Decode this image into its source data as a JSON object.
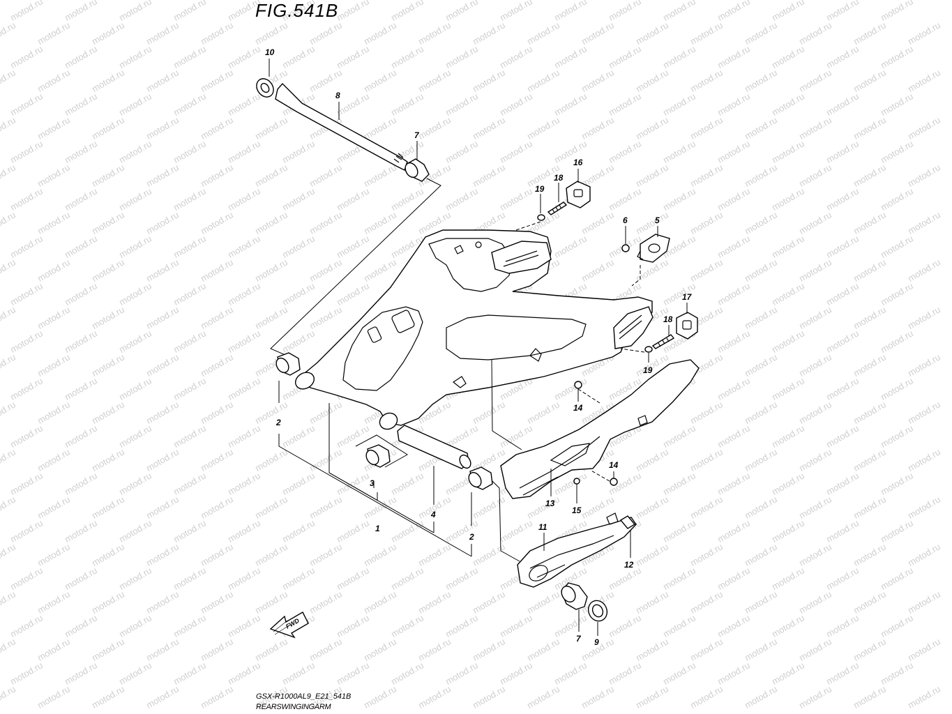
{
  "figure": {
    "title": "FIG.541B",
    "model_code": "GSX-R1000AL9_E21_541B",
    "section_name": "REARSWINGINGARM",
    "direction_label": "FWD"
  },
  "watermark": {
    "text": "motod.ru"
  },
  "callouts": [
    {
      "id": "callout-10",
      "number": "10"
    },
    {
      "id": "callout-8",
      "number": "8"
    },
    {
      "id": "callout-7-top",
      "number": "7"
    },
    {
      "id": "callout-16",
      "number": "16"
    },
    {
      "id": "callout-18-top",
      "number": "18"
    },
    {
      "id": "callout-19-top",
      "number": "19"
    },
    {
      "id": "callout-6",
      "number": "6"
    },
    {
      "id": "callout-5",
      "number": "5"
    },
    {
      "id": "callout-17",
      "number": "17"
    },
    {
      "id": "callout-18-right",
      "number": "18"
    },
    {
      "id": "callout-19-right",
      "number": "19"
    },
    {
      "id": "callout-14-upper",
      "number": "14"
    },
    {
      "id": "callout-14-lower",
      "number": "14"
    },
    {
      "id": "callout-13",
      "number": "13"
    },
    {
      "id": "callout-15",
      "number": "15"
    },
    {
      "id": "callout-2-left",
      "number": "2"
    },
    {
      "id": "callout-3",
      "number": "3"
    },
    {
      "id": "callout-1",
      "number": "1"
    },
    {
      "id": "callout-4",
      "number": "4"
    },
    {
      "id": "callout-2-bottom",
      "number": "2"
    },
    {
      "id": "callout-11",
      "number": "11"
    },
    {
      "id": "callout-12",
      "number": "12"
    },
    {
      "id": "callout-7-bottom",
      "number": "7"
    },
    {
      "id": "callout-9",
      "number": "9"
    }
  ]
}
